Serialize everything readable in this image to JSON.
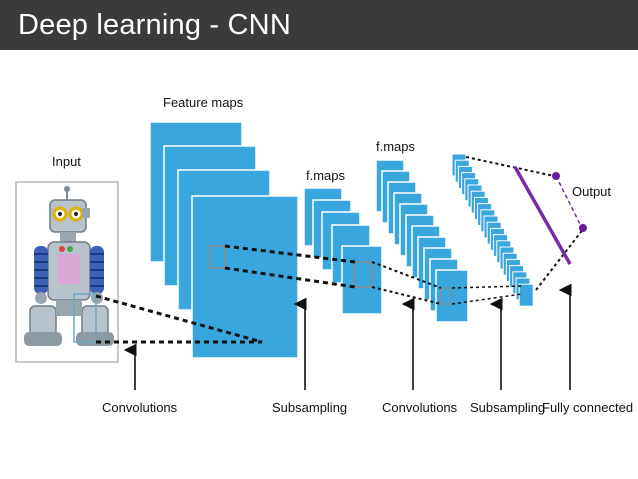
{
  "header": {
    "title": "Deep learning - CNN",
    "background": "#3b3b3b",
    "text_color": "#ffffff"
  },
  "diagram": {
    "labels": {
      "input": "Input",
      "feature_maps": "Feature maps",
      "fmaps_1": "f.maps",
      "fmaps_2": "f.maps",
      "output": "Output"
    },
    "stages": [
      {
        "label": "Convolutions"
      },
      {
        "label": "Subsampling"
      },
      {
        "label": "Convolutions"
      },
      {
        "label": "Subsampling"
      },
      {
        "label": "Fully connected"
      }
    ],
    "colors": {
      "map_fill": "#3aa6de",
      "map_stroke": "#ffffff",
      "fc_line": "#7a2aa6",
      "output_node": "#6a1b9a",
      "connector": "#111111"
    },
    "icons": [
      "robot-input-image",
      "arrow-up-icon"
    ]
  }
}
